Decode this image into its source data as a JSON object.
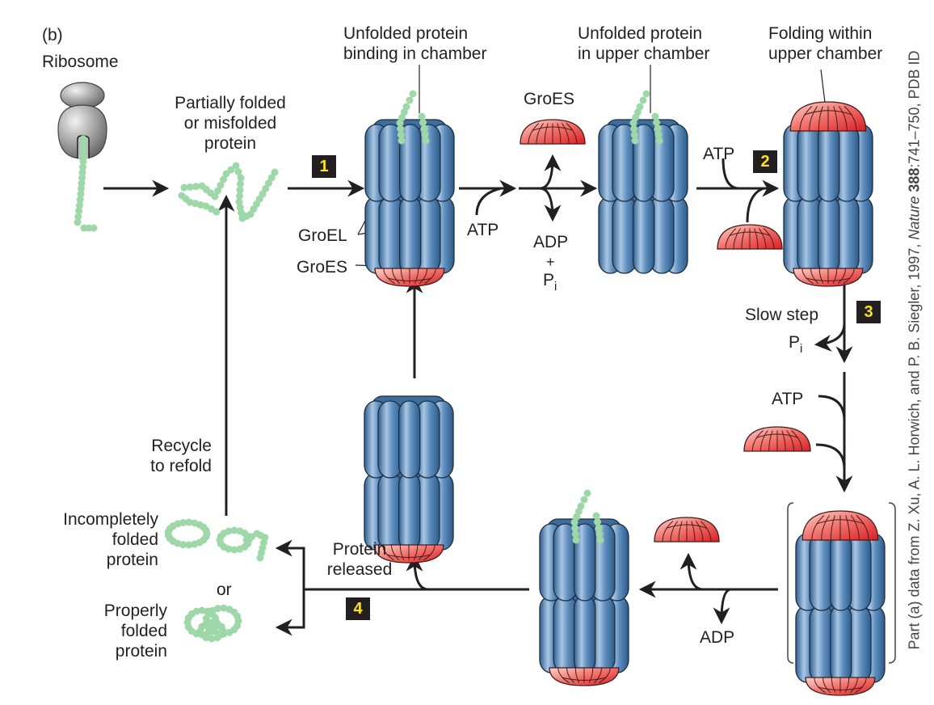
{
  "figure": {
    "panel_label": "(b)",
    "credit": {
      "prefix": "Part (a) data from Z. Xu, A. L. Horwich, and P. B. Siegler, 1997, ",
      "journal": "Nature",
      "volume": "388",
      "suffix": ":741–750, PDB ID"
    }
  },
  "labels": {
    "ribosome": "Ribosome",
    "partially_folded": [
      "Partially folded",
      "or misfolded",
      "protein"
    ],
    "unfolded_binding": [
      "Unfolded protein",
      "binding in chamber"
    ],
    "unfolded_upper": [
      "Unfolded protein",
      "in upper chamber"
    ],
    "folding_within": [
      "Folding within",
      "upper chamber"
    ],
    "groel": "GroEL",
    "groes_lower": "GroES",
    "groes_free": "GroES",
    "atp_1": "ATP",
    "adp_1": "ADP",
    "plus": "+",
    "pi_1": "P",
    "pi_sub": "i",
    "atp_2": "ATP",
    "slow_step": "Slow step",
    "pi_3": "P",
    "atp_3": "ATP",
    "adp_4": "ADP",
    "protein_released": [
      "Protein",
      "released"
    ],
    "recycle": [
      "Recycle",
      "to refold"
    ],
    "incompletely": [
      "Incompletely",
      "folded",
      "protein"
    ],
    "or": "or",
    "properly": [
      "Properly",
      "folded",
      "protein"
    ]
  },
  "steps": [
    "1",
    "2",
    "3",
    "4"
  ],
  "colors": {
    "groel_blue": "#4d7fb0",
    "groes_red": "#e8463f",
    "chain_green": "#9fd8a8",
    "step_bg": "#231f20",
    "step_text": "#ffe21a",
    "ribosome_gray": "#9a9a9a"
  }
}
